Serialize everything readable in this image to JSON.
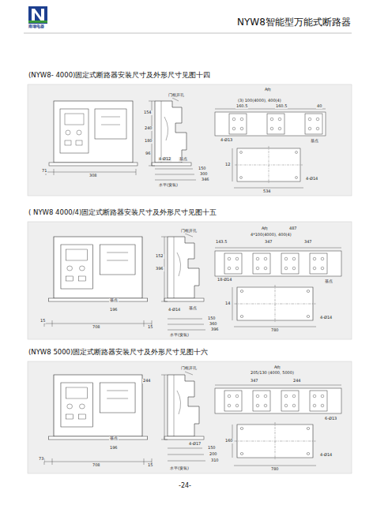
{
  "diagram": {
    "title": "NYW8智能型万能式断路器",
    "labels": [
      "南瑞电器",
      "(NYW8-  4000)固定式断路器安装尺寸及外形尺寸见图十四",
      "71",
      "308",
      "门框开孔",
      "154",
      "240",
      "180",
      "96",
      "4-Ø12",
      "基点",
      "150",
      "300",
      "346",
      "水平(安装)",
      "A向",
      "(3) 100(4000), 400(4)",
      "160.5",
      "160.5",
      "40",
      "4-Ø13",
      "基点",
      "12",
      "4-Ø14",
      "534",
      "( NYW8   4000/4)固定式断路器安装尺寸及外形尺寸见图十五",
      "门框开孔",
      "152",
      "396",
      "4-Ø14",
      "基点",
      "150",
      "360",
      "396",
      "水平(安装)",
      "基点",
      "196",
      "708",
      "15",
      "15",
      "A向",
      "487",
      "4*100(4000), 400(4)",
      "143.5",
      "347",
      "347",
      "18-Ø14",
      "基点",
      "4-Ø14",
      "780",
      "14",
      "(NYW8   5000)固定式断路器安装尺寸及外形尺寸见图十六",
      "门框开孔",
      "244",
      "基点",
      "196",
      "708",
      "73",
      "15",
      "4-Ø17",
      "150",
      "200",
      "310",
      "水平(安装)",
      "A向",
      "205/130 (4000, 5000)",
      "347",
      "244",
      "6-Ø13",
      "4-Ø14",
      "780",
      "160",
      "-24-"
    ]
  }
}
